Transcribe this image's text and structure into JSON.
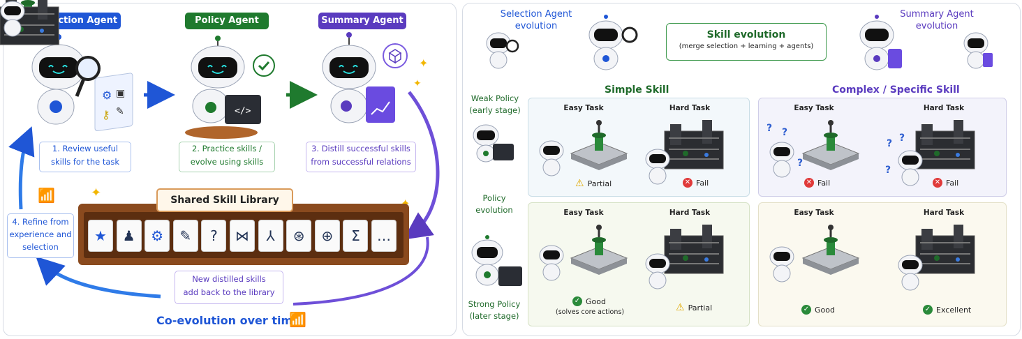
{
  "left": {
    "agents": [
      {
        "label": "Selection Agent",
        "color": "#1f56d6"
      },
      {
        "label": "Policy Agent",
        "color": "#1f7a2e"
      },
      {
        "label": "Summary Agent",
        "color": "#5a3bbf"
      }
    ],
    "steps": [
      {
        "line1": "1. Review useful",
        "line2": "skills for the task"
      },
      {
        "line1": "2. Practice skills /",
        "line2": "evolve using skills"
      },
      {
        "line1": "3. Distill successful skills",
        "line2": "from successful relations"
      }
    ],
    "refine": {
      "line1": "4. Refine from",
      "line2": "experience and",
      "line3": "selection"
    },
    "library_title": "Shared Skill Library",
    "library_icons": [
      "star-icon",
      "team-icon",
      "gear-icon",
      "wrench-icon",
      "question-icon",
      "network-icon",
      "flow-icon",
      "aperture-icon",
      "globe-icon",
      "sigma-icon",
      "ellipsis-icon"
    ],
    "new_skills": {
      "line1": "New distilled skills",
      "line2": "add back to the library"
    },
    "coevolution": "Co-evolution over time"
  },
  "right": {
    "selection_evolution": {
      "line1": "Selection Agent",
      "line2": "evolution"
    },
    "summary_evolution": {
      "line1": "Summary Agent",
      "line2": "evolution"
    },
    "skill_evolution": {
      "title": "Skill evolution",
      "subtitle": "(merge selection + learning + agents)"
    },
    "simple_skill": "Simple Skill",
    "complex_skill": "Complex / Specific Skill",
    "weak_policy": {
      "line1": "Weak Policy",
      "line2": "(early stage)"
    },
    "policy_evolution": {
      "line1": "Policy",
      "line2": "evolution"
    },
    "strong_policy": {
      "line1": "Strong Policy",
      "line2": "(later stage)"
    },
    "easy_task": "Easy Task",
    "hard_task": "Hard Task",
    "results": {
      "weak_simple_easy": "Partial",
      "weak_simple_hard": "Fail",
      "weak_complex_easy": "Fail",
      "weak_complex_hard": "Fail",
      "strong_simple_easy": "Good",
      "strong_simple_easy_note": "(solves core actions)",
      "strong_simple_hard": "Partial",
      "strong_complex_easy": "Good",
      "strong_complex_hard": "Excellent"
    }
  }
}
